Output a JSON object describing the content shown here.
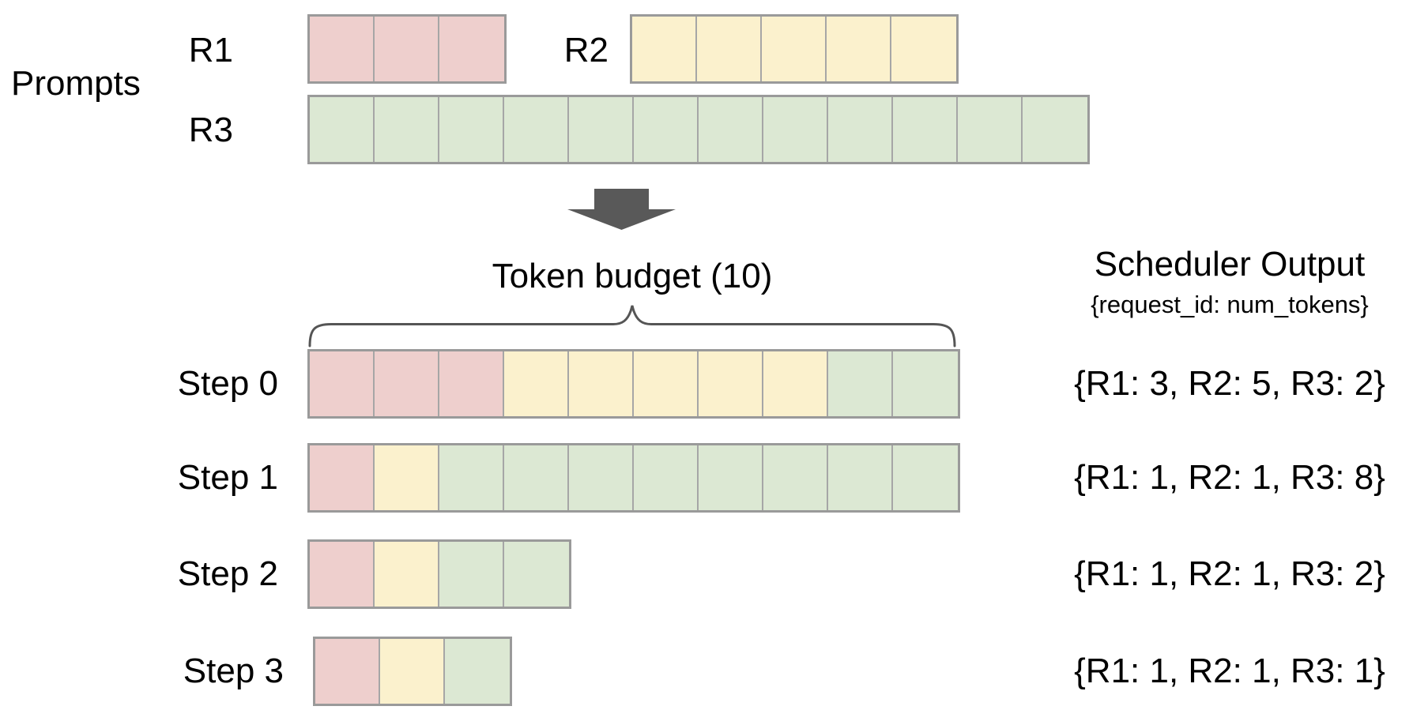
{
  "colors": {
    "r1_fill": "#eecfcd",
    "r2_fill": "#fbf1cd",
    "r3_fill": "#dce8d3",
    "cell_border": "#a6a6a6",
    "block_border": "#9a9a9a",
    "arrow": "#595959",
    "brace": "#555555",
    "text": "#000000",
    "background": "#ffffff"
  },
  "icons": {
    "down_arrow": "⬇"
  },
  "prompts": {
    "label": "Prompts",
    "rows": [
      {
        "label": "R1",
        "request_id": "R1",
        "segments": [
          {
            "request_id": "R1",
            "tokens": 3
          }
        ]
      },
      {
        "label": "R2",
        "request_id": "R2",
        "segments": [
          {
            "request_id": "R2",
            "tokens": 5
          }
        ]
      },
      {
        "label": "R3",
        "request_id": "R3",
        "segments": [
          {
            "request_id": "R3",
            "tokens": 12
          }
        ]
      }
    ]
  },
  "token_budget": {
    "label": "Token budget (10)",
    "budget": 10
  },
  "scheduler": {
    "title": "Scheduler Output",
    "subtitle": "{request_id: num_tokens}"
  },
  "steps": [
    {
      "label": "Step 0",
      "output": "{R1: 3, R2: 5, R3: 2}",
      "segments": [
        {
          "request_id": "R1",
          "tokens": 3
        },
        {
          "request_id": "R2",
          "tokens": 5
        },
        {
          "request_id": "R3",
          "tokens": 2
        }
      ]
    },
    {
      "label": "Step 1",
      "output": "{R1: 1, R2: 1, R3: 8}",
      "segments": [
        {
          "request_id": "R1",
          "tokens": 1
        },
        {
          "request_id": "R2",
          "tokens": 1
        },
        {
          "request_id": "R3",
          "tokens": 8
        }
      ]
    },
    {
      "label": "Step 2",
      "output": "{R1: 1, R2: 1, R3: 2}",
      "segments": [
        {
          "request_id": "R1",
          "tokens": 1
        },
        {
          "request_id": "R2",
          "tokens": 1
        },
        {
          "request_id": "R3",
          "tokens": 2
        }
      ]
    },
    {
      "label": "Step 3",
      "output": "{R1: 1, R2: 1, R3: 1}",
      "segments": [
        {
          "request_id": "R1",
          "tokens": 1
        },
        {
          "request_id": "R2",
          "tokens": 1
        },
        {
          "request_id": "R3",
          "tokens": 1
        }
      ]
    }
  ]
}
